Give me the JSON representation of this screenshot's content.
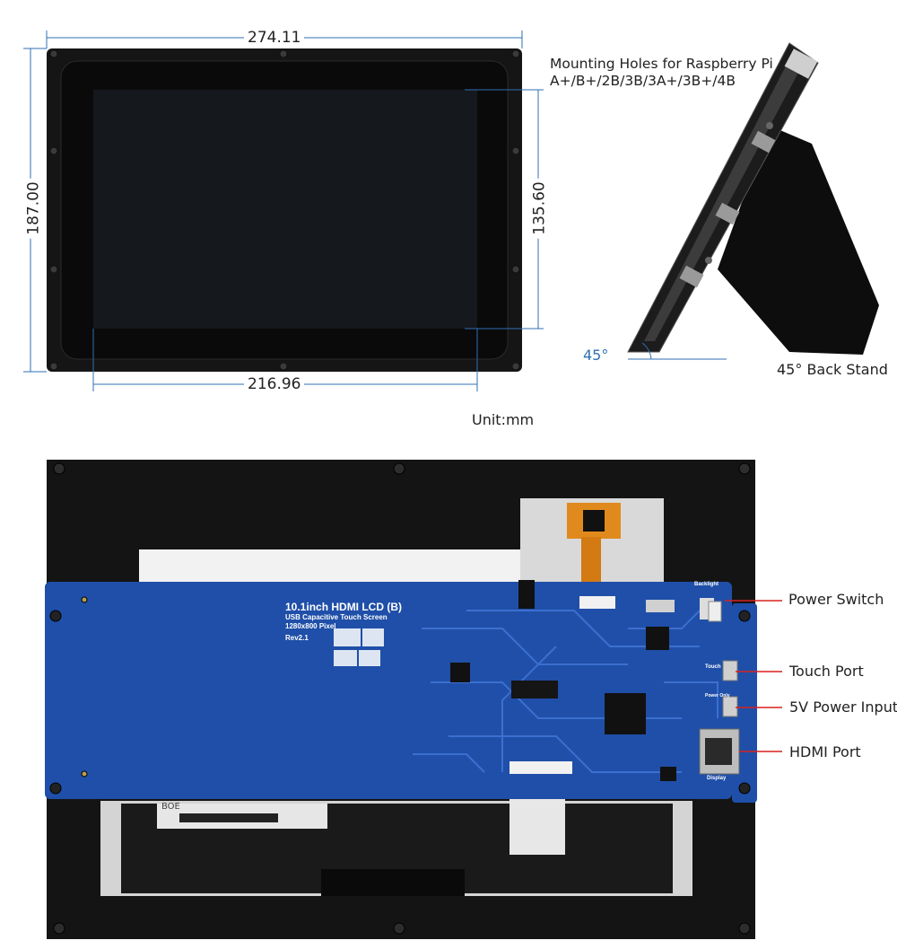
{
  "dimensions": {
    "width_outer": "274.11",
    "height_outer": "187.00",
    "width_active": "216.96",
    "height_active": "135.60",
    "unit": "Unit:mm"
  },
  "side_view": {
    "mounting_holes_line1": "Mounting Holes for Raspberry Pi",
    "mounting_holes_line2": "A+/B+/2B/3B/3A+/3B+/4B",
    "angle": "45°",
    "stand_label": "45° Back Stand"
  },
  "pcb": {
    "title": "10.1inch HDMI LCD (B)",
    "subtitle1": "USB  Capacitive Touch Screen",
    "subtitle2": "1280x800 Pixel",
    "rev": "Rev2.1",
    "backlight": "Backlight",
    "touch_small": "Touch",
    "power_small": "Power Only",
    "display_small": "Display",
    "panel_brand": "BOE"
  },
  "ports": {
    "power_switch": "Power Switch",
    "touch_port": "Touch Port",
    "power_input": "5V Power Input",
    "hdmi_port": "HDMI Port"
  },
  "colors": {
    "dimension_line": "#2f6fb5",
    "angle_text": "#2f6fb5",
    "pcb_blue": "#1f4fa8",
    "callout_red": "#d9211f"
  }
}
